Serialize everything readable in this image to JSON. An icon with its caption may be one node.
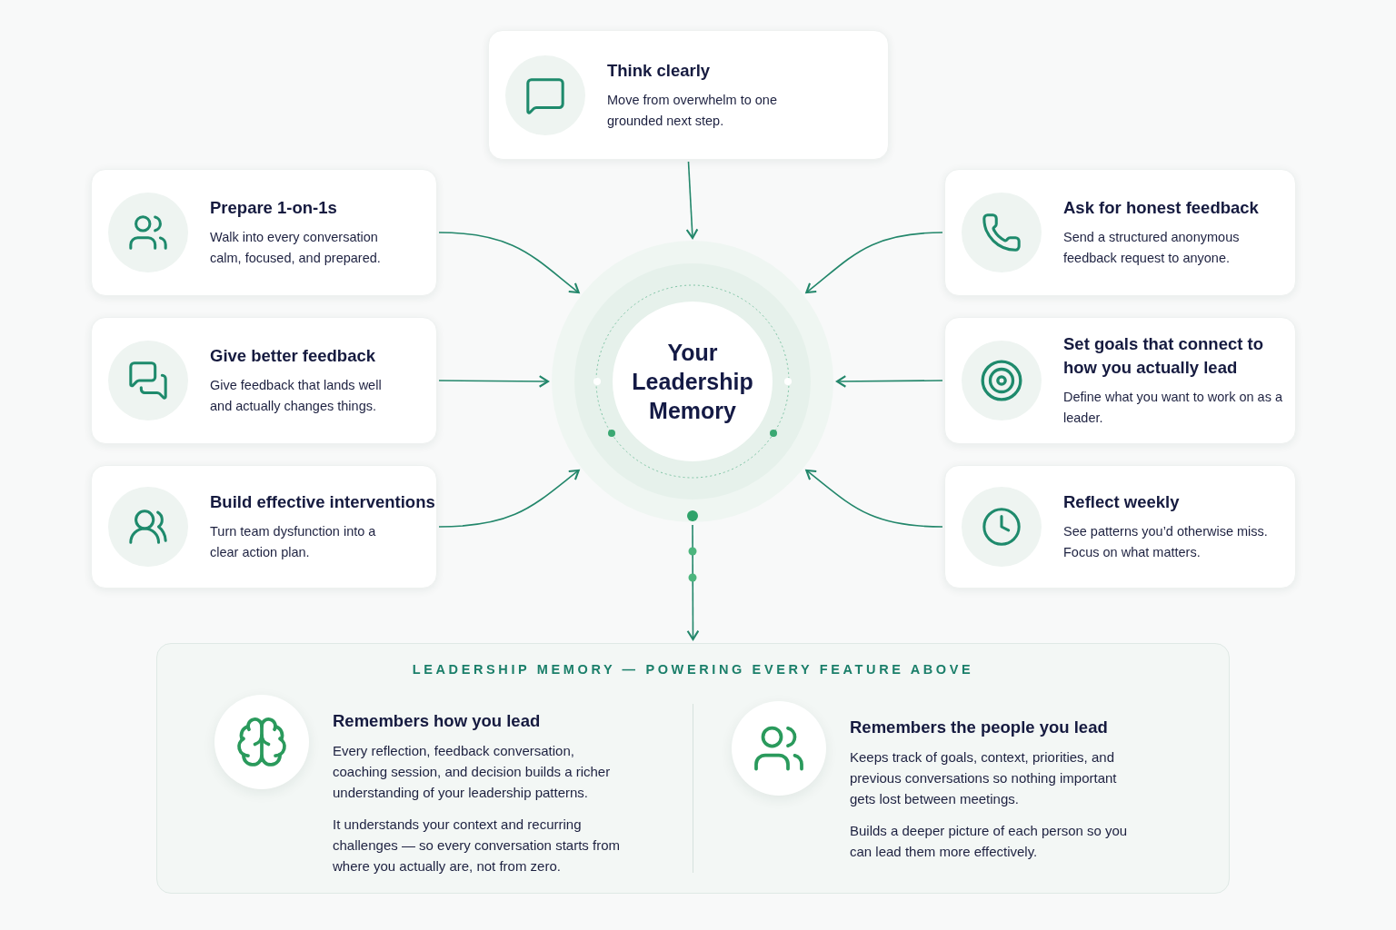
{
  "diagram": {
    "nodes": [
      {
        "text": [
          "Think clearly",
          "Move from overwhelm to one grounded next step."
        ]
      },
      {
        "text": [
          "Prepare 1-on-1s",
          "Walk into every conversation calm, focused, and prepared."
        ]
      },
      {
        "text": [
          "Ask for honest feedback",
          "Send a structured anonymous feedback request to anyone."
        ]
      },
      {
        "text": [
          "Give better feedback",
          "Give feedback that lands well and actually changes things."
        ]
      },
      {
        "text": [
          "Set goals that connect to how you actually lead",
          "Define what you want to work on as a leader."
        ]
      },
      {
        "text": [
          "Build effective interventions",
          "Turn team dysfunction into a clear action plan."
        ]
      },
      {
        "text": [
          "Reflect weekly",
          "See patterns you’d otherwise miss. Focus on what matters."
        ]
      },
      {
        "text": [
          "Your Leadership Memory"
        ]
      },
      {
        "text": [
          "LEADERSHIP MEMORY — POWERING EVERY FEATURE ABOVE",
          "Remembers how you lead",
          "Every reflection, feedback conversation, coaching session, and decision builds a richer understanding of your leadership patterns.",
          "It understands your context and recurring challenges — so every conversation starts from where you actually are, not from zero.",
          "Remembers the people you lead",
          "Keeps track of goals, context, priorities, and previous conversations so nothing important gets lost between meetings.",
          "Builds a deeper picture of each person so you can lead them more effectively."
        ]
      }
    ],
    "edges": [
      {
        "from": 0,
        "to": 7,
        "arrow": "to"
      },
      {
        "from": 1,
        "to": 7,
        "arrow": "to"
      },
      {
        "from": 2,
        "to": 7,
        "arrow": "to"
      },
      {
        "from": 3,
        "to": 7,
        "arrow": "to"
      },
      {
        "from": 4,
        "to": 7,
        "arrow": "to"
      },
      {
        "from": 5,
        "to": 7,
        "arrow": "to"
      },
      {
        "from": 6,
        "to": 7,
        "arrow": "to"
      },
      {
        "from": 7,
        "to": 8,
        "arrow": "to"
      }
    ]
  }
}
